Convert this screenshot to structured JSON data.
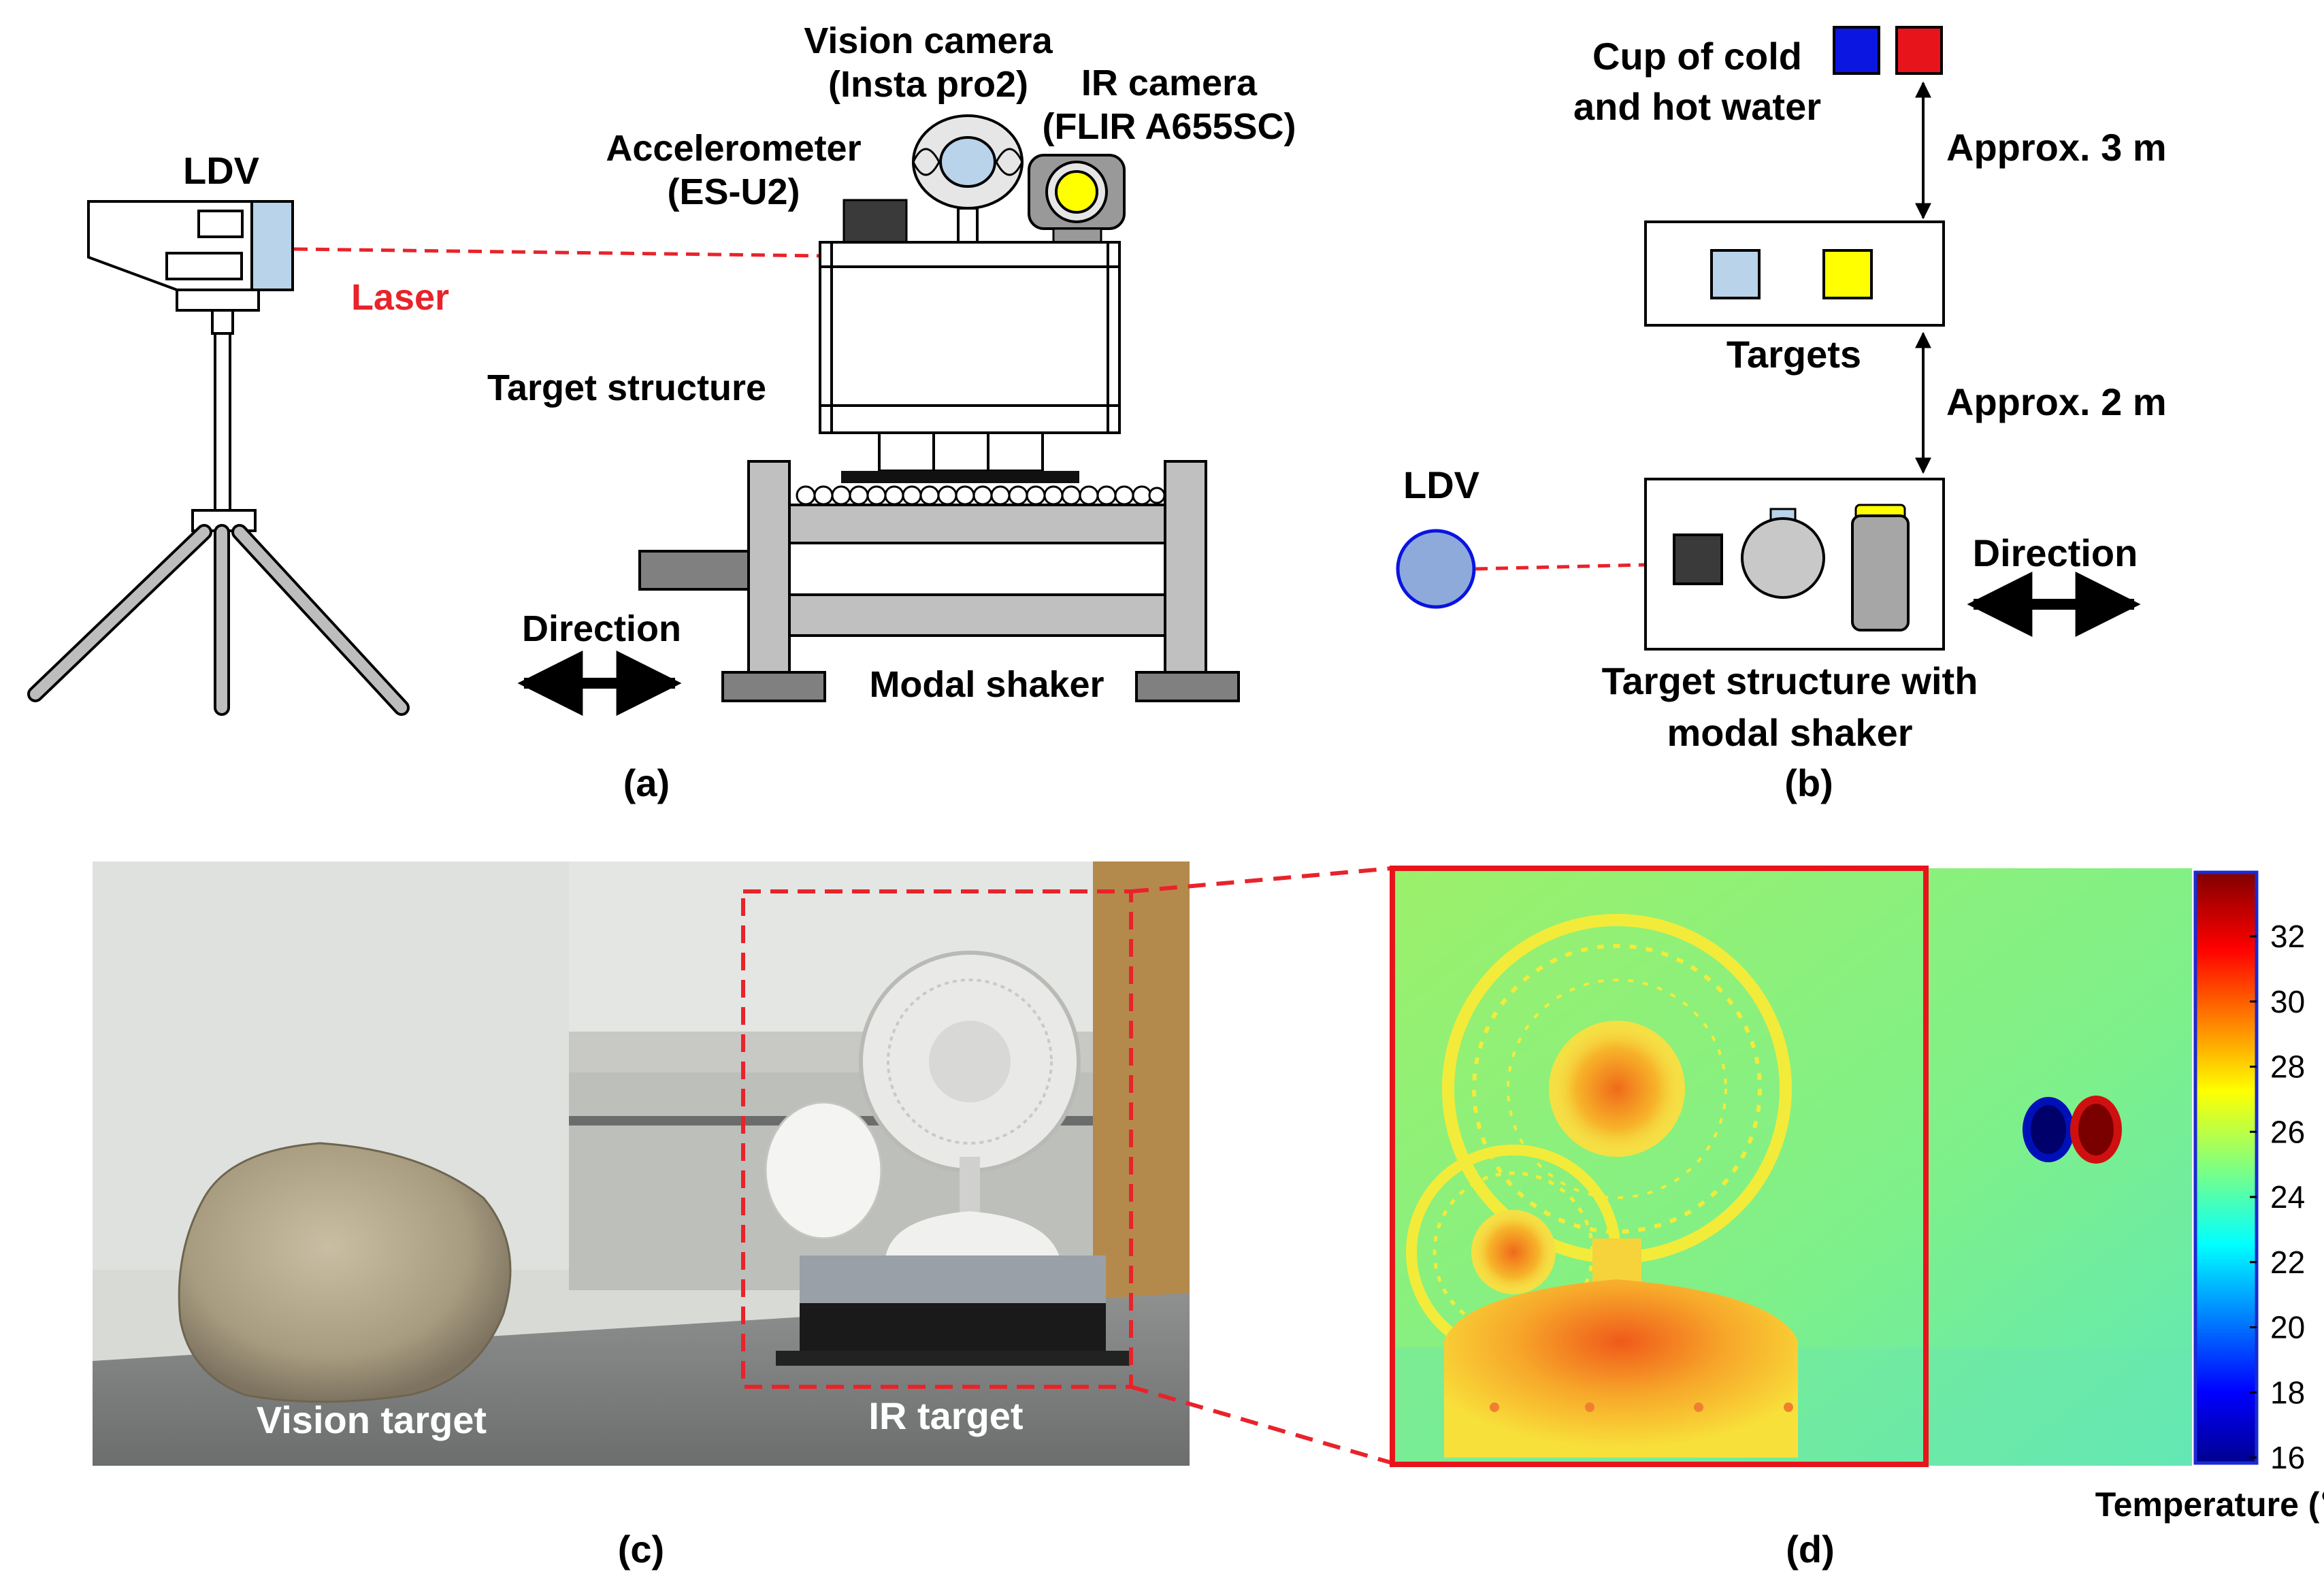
{
  "panel_a": {
    "ldv": "LDV",
    "laser": "Laser",
    "vision_camera_line1": "Vision camera",
    "vision_camera_line2": "(Insta pro2)",
    "ir_camera_line1": "IR camera",
    "ir_camera_line2": "(FLIR A655SC)",
    "accelerometer_line1": "Accelerometer",
    "accelerometer_line2": "(ES-U2)",
    "target_structure": "Target structure",
    "direction": "Direction",
    "modal_shaker": "Modal shaker",
    "label": "(a)"
  },
  "panel_b": {
    "cup_line1": "Cup of cold",
    "cup_line2": "and hot water",
    "approx_3m": "Approx. 3 m",
    "targets": "Targets",
    "approx_2m": "Approx. 2 m",
    "ldv": "LDV",
    "direction": "Direction",
    "structure_line1": "Target structure with",
    "structure_line2": "modal shaker",
    "label": "(b)"
  },
  "panel_c": {
    "vision_target": "Vision target",
    "ir_target": "IR target",
    "label": "(c)"
  },
  "panel_d": {
    "colorbar_ticks": [
      "32",
      "30",
      "28",
      "26",
      "24",
      "22",
      "20",
      "18",
      "16"
    ],
    "colorbar_label": "Temperature (℃)",
    "label": "(d)"
  },
  "colors": {
    "laser_red": "#e8232a",
    "cold_blue": "#0b16e0",
    "hot_red": "#e8141c",
    "light_blue": "#b8d3ea",
    "yellow": "#ffff00",
    "gray": "#c0c0c0",
    "dark": "#3a3a3a"
  }
}
